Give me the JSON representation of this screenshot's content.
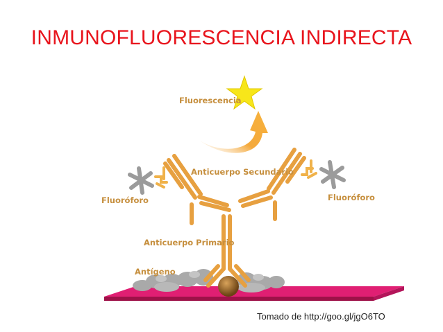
{
  "title": "INMUNOFLUORESCENCIA INDIRECTA",
  "labels": {
    "fluorescence": "Fluorescencia",
    "secondary_antibody": "Anticuerpo Secundario",
    "fluorophore_left": "Fluoróforo",
    "fluorophore_right": "Fluoróforo",
    "primary_antibody": "Anticuerpo Primario",
    "antigen": "Antígeno"
  },
  "credit": "Tomado de http://goo.gl/jgO6TO",
  "colors": {
    "title": "#e8141c",
    "antibody": "#e7a040",
    "label": "#c68f3e",
    "fluorophore": "#9b9b9b",
    "star": "#f7e61a",
    "slide": "#c2185b",
    "antigen": "#8a5a1e",
    "cells": "#a8a8a8"
  }
}
